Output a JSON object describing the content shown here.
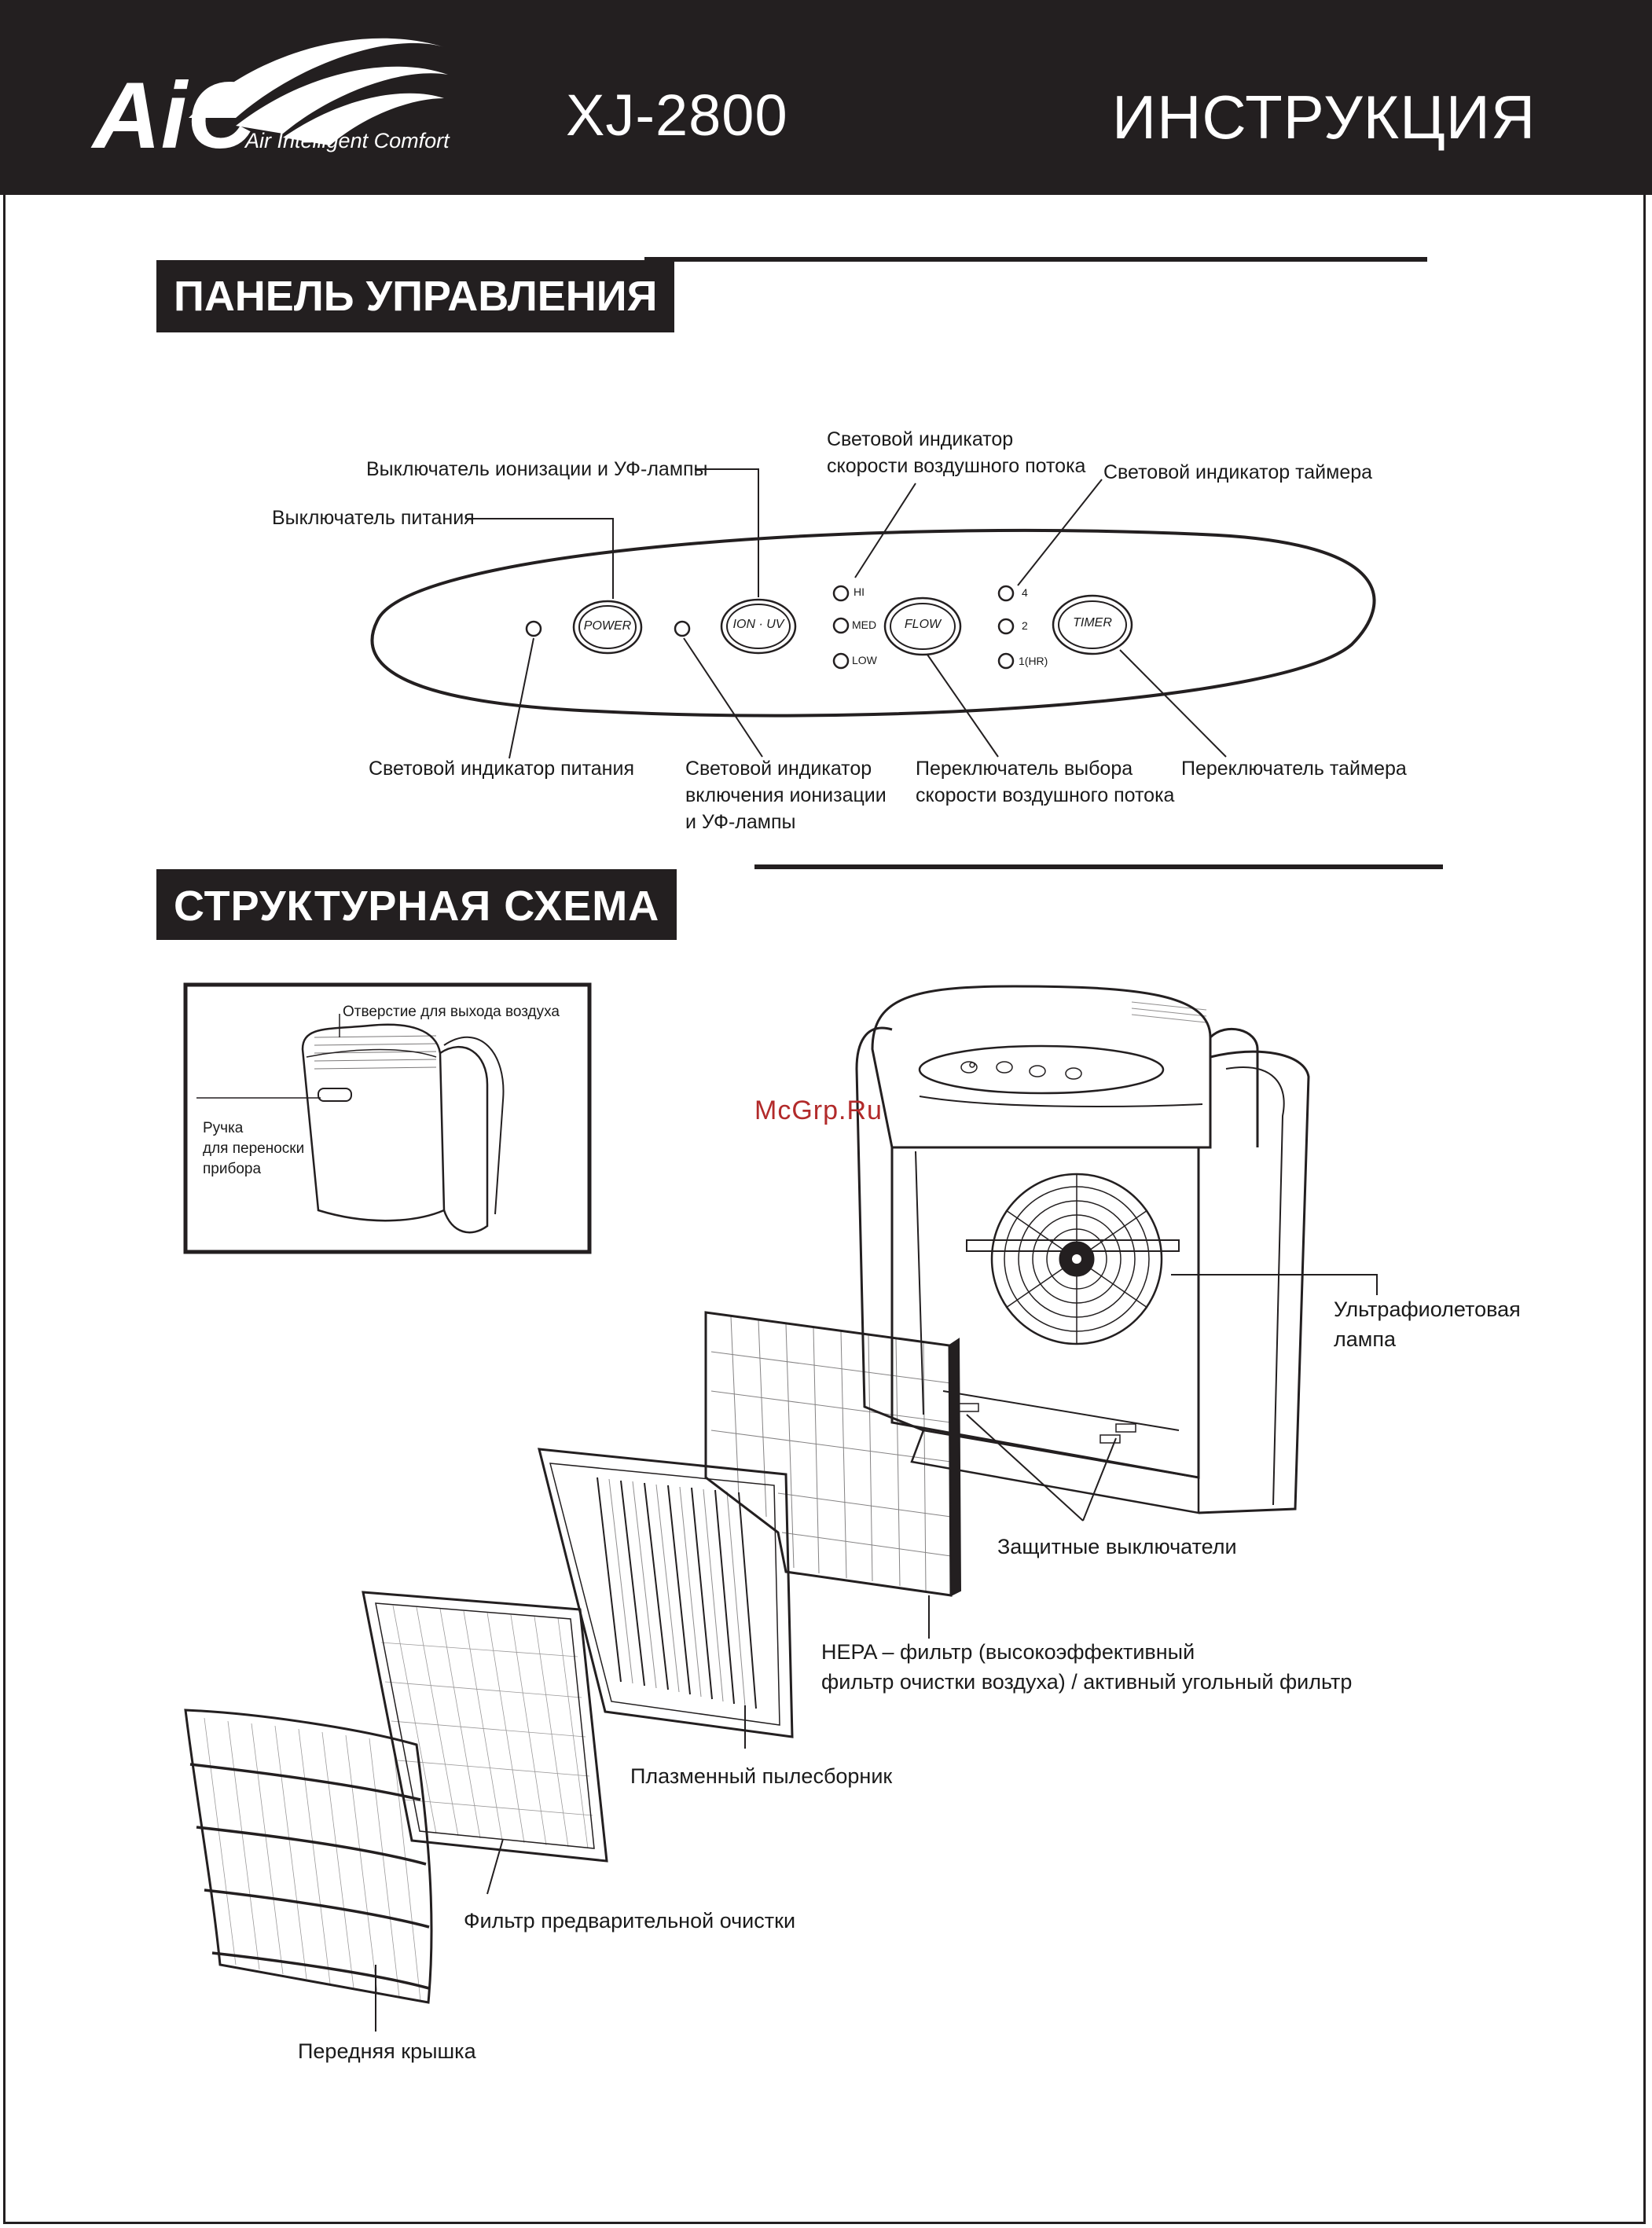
{
  "header": {
    "logo_text": "AiC",
    "brand_tagline": "Air Intelligent Comfort",
    "model": "XJ-2800",
    "title": "ИНСТРУКЦИЯ"
  },
  "control_panel": {
    "heading": "ПАНЕЛЬ УПРАВЛЕНИЯ",
    "buttons": {
      "power": "POWER",
      "ion_uv": "ION · UV",
      "flow": "FLOW",
      "timer": "TIMER"
    },
    "speed_levels": [
      "HI",
      "MED",
      "LOW"
    ],
    "timer_levels": [
      "4",
      "2",
      "1(HR)"
    ],
    "labels": {
      "ion_uv_switch": "Выключатель  ионизации и УФ-лампы",
      "power_switch": "Выключатель питания",
      "speed_indicator": [
        "Световой индикатор",
        "скорости воздушного потока"
      ],
      "timer_indicator": "Световой индикатор таймера",
      "power_indicator": "Световой индикатор питания",
      "ion_uv_indicator": [
        "Световой индикатор",
        "включения ионизации",
        "и УФ-лампы"
      ],
      "flow_switch": [
        "Переключатель выбора",
        "скорости воздушного потока"
      ],
      "timer_switch": "Переключатель таймера"
    }
  },
  "structure": {
    "heading": "СТРУКТУРНАЯ СХЕМА",
    "inset": {
      "outlet": "Отверстие для выхода воздуха",
      "handle": [
        "Ручка",
        "для переноски",
        "прибора"
      ]
    },
    "labels": {
      "uv_lamp": [
        "Ультрафиолетовая",
        "лампа"
      ],
      "safety_switches": "Защитные  выключатели",
      "hepa": [
        "HEPA – фильтр (высокоэффективный",
        "фильтр очистки воздуха) / активный угольный фильтр"
      ],
      "plasma": "Плазменный пылесборник",
      "prefilter": "Фильтр предварительной очистки",
      "front_cover": "Передняя крышка"
    }
  },
  "watermark": "McGrp.Ru"
}
